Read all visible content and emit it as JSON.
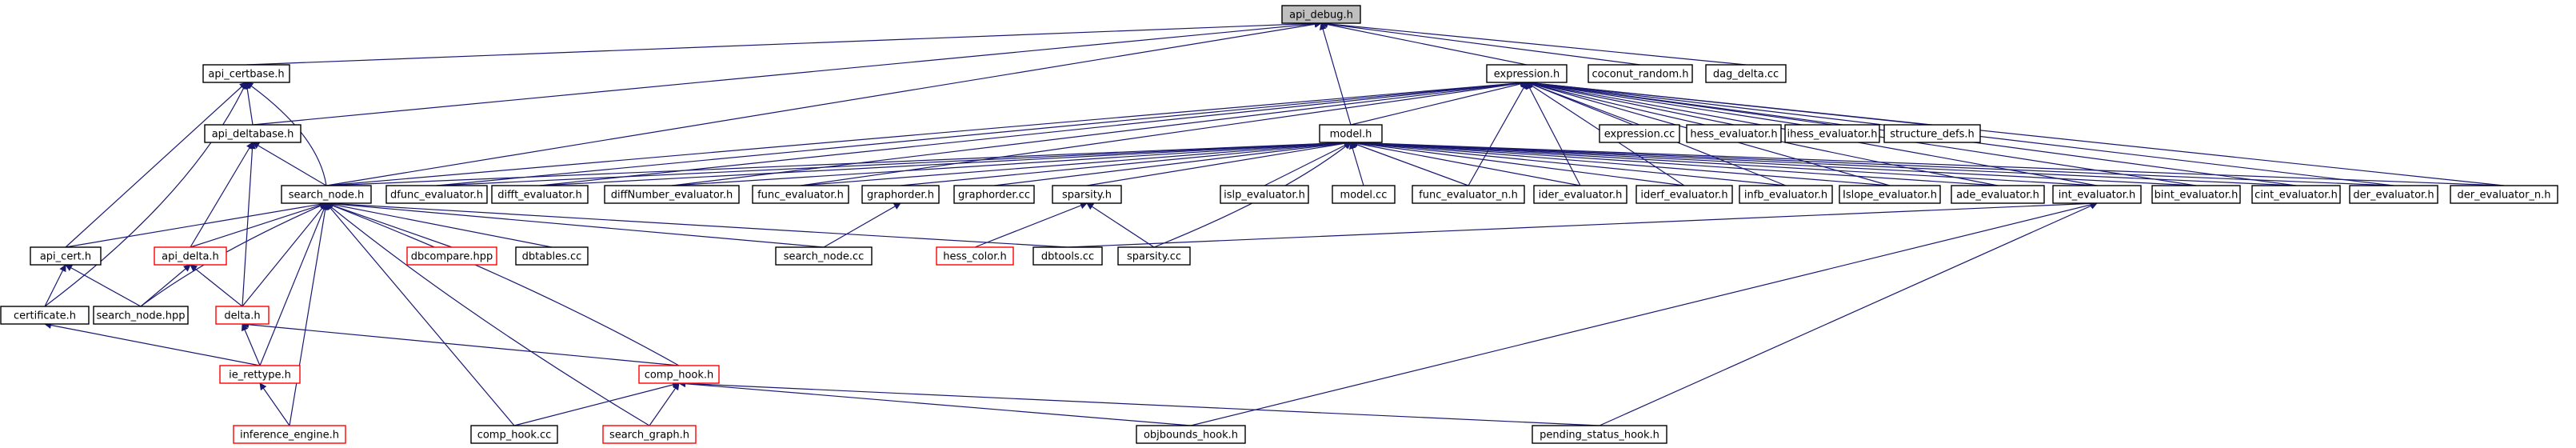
{
  "graph": {
    "colors": {
      "edge": "#191970",
      "root_fill": "#bfbfbf",
      "node_fill": "#ffffff",
      "border_default": "#000000",
      "border_red": "#ff0000"
    },
    "nodes": [
      {
        "id": "api_debug_h",
        "label": "api_debug.h",
        "root": true
      },
      {
        "id": "api_certbase_h",
        "label": "api_certbase.h"
      },
      {
        "id": "expression_h",
        "label": "expression.h"
      },
      {
        "id": "coconut_random_h",
        "label": "coconut_random.h"
      },
      {
        "id": "dag_delta_cc",
        "label": "dag_delta.cc"
      },
      {
        "id": "api_deltabase_h",
        "label": "api_deltabase.h"
      },
      {
        "id": "expression_cc",
        "label": "expression.cc"
      },
      {
        "id": "hess_evaluator_h",
        "label": "hess_evaluator.h"
      },
      {
        "id": "ihess_evaluator_h",
        "label": "ihess_evaluator.h"
      },
      {
        "id": "structure_defs_h",
        "label": "structure_defs.h"
      },
      {
        "id": "model_h",
        "label": "model.h"
      },
      {
        "id": "search_node_h",
        "label": "search_node.h"
      },
      {
        "id": "dfunc_evaluator_h",
        "label": "dfunc_evaluator.h"
      },
      {
        "id": "difft_evaluator_h",
        "label": "difft_evaluator.h"
      },
      {
        "id": "diffnumber_evaluator_h",
        "label": "diffNumber_evaluator.h"
      },
      {
        "id": "func_evaluator_h",
        "label": "func_evaluator.h"
      },
      {
        "id": "graphorder_h",
        "label": "graphorder.h"
      },
      {
        "id": "graphorder_cc",
        "label": "graphorder.cc"
      },
      {
        "id": "sparsity_h",
        "label": "sparsity.h"
      },
      {
        "id": "islp_evaluator_h",
        "label": "islp_evaluator.h"
      },
      {
        "id": "model_cc",
        "label": "model.cc"
      },
      {
        "id": "func_evaluator_n_h",
        "label": "func_evaluator_n.h"
      },
      {
        "id": "ider_evaluator_h",
        "label": "ider_evaluator.h"
      },
      {
        "id": "iderf_evaluator_h",
        "label": "iderf_evaluator.h"
      },
      {
        "id": "infb_evaluator_h",
        "label": "infb_evaluator.h"
      },
      {
        "id": "islope_evaluator_h",
        "label": "Islope_evaluator.h"
      },
      {
        "id": "ade_evaluator_h",
        "label": "ade_evaluator.h"
      },
      {
        "id": "int_evaluator_h",
        "label": "int_evaluator.h"
      },
      {
        "id": "bint_evaluator_h",
        "label": "bint_evaluator.h"
      },
      {
        "id": "cint_evaluator_h",
        "label": "cint_evaluator.h"
      },
      {
        "id": "der_evaluator_h",
        "label": "der_evaluator.h"
      },
      {
        "id": "der_evaluator_n_h",
        "label": "der_evaluator_n.h"
      },
      {
        "id": "api_cert_h",
        "label": "api_cert.h"
      },
      {
        "id": "api_delta_h",
        "label": "api_delta.h",
        "red": true
      },
      {
        "id": "dbcompare_hpp",
        "label": "dbcompare.hpp",
        "red": true
      },
      {
        "id": "dbtables_cc",
        "label": "dbtables.cc"
      },
      {
        "id": "search_node_cc",
        "label": "search_node.cc"
      },
      {
        "id": "hess_color_h",
        "label": "hess_color.h",
        "red": true
      },
      {
        "id": "dbtools_cc",
        "label": "dbtools.cc"
      },
      {
        "id": "sparsity_cc",
        "label": "sparsity.cc"
      },
      {
        "id": "certificate_h",
        "label": "certificate.h"
      },
      {
        "id": "search_node_hpp",
        "label": "search_node.hpp"
      },
      {
        "id": "delta_h",
        "label": "delta.h",
        "red": true
      },
      {
        "id": "comp_hook_h",
        "label": "comp_hook.h",
        "red": true
      },
      {
        "id": "ie_rettype_h",
        "label": "ie_rettype.h",
        "red": true
      },
      {
        "id": "inference_engine_h",
        "label": "inference_engine.h",
        "red": true
      },
      {
        "id": "comp_hook_cc",
        "label": "comp_hook.cc"
      },
      {
        "id": "search_graph_h",
        "label": "search_graph.h",
        "red": true
      },
      {
        "id": "objbounds_hook_h",
        "label": "objbounds_hook.h"
      },
      {
        "id": "pending_status_hook_h",
        "label": "pending_status_hook.h"
      }
    ]
  }
}
